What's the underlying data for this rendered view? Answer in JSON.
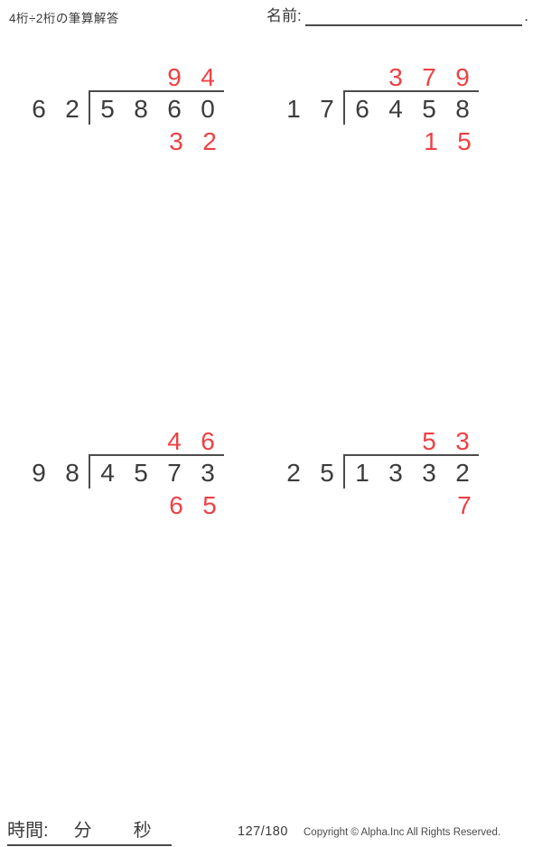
{
  "header": {
    "title": "4桁÷2桁の筆算解答",
    "name_label": "名前:",
    "name_line_period": "."
  },
  "colors": {
    "answer_red": "#ee4145",
    "text_dark": "#3c3c3c",
    "line_dark": "#4c4c4c"
  },
  "problems": [
    {
      "divisor": "62",
      "dividend": "5860",
      "quotient": "94",
      "remainder": "32",
      "divisor_cells": [
        "6",
        "2"
      ],
      "dividend_cells": [
        "5",
        "8",
        "6",
        "0"
      ],
      "quotient_cells": [
        "",
        "",
        "9",
        "4"
      ],
      "remainder_cells": [
        "",
        "",
        "3",
        "2"
      ]
    },
    {
      "divisor": "17",
      "dividend": "6458",
      "quotient": "379",
      "remainder": "15",
      "divisor_cells": [
        "1",
        "7"
      ],
      "dividend_cells": [
        "6",
        "4",
        "5",
        "8"
      ],
      "quotient_cells": [
        "",
        "3",
        "7",
        "9"
      ],
      "remainder_cells": [
        "",
        "",
        "1",
        "5"
      ]
    },
    {
      "divisor": "98",
      "dividend": "4573",
      "quotient": "46",
      "remainder": "65",
      "divisor_cells": [
        "9",
        "8"
      ],
      "dividend_cells": [
        "4",
        "5",
        "7",
        "3"
      ],
      "quotient_cells": [
        "",
        "",
        "4",
        "6"
      ],
      "remainder_cells": [
        "",
        "",
        "6",
        "5"
      ]
    },
    {
      "divisor": "25",
      "dividend": "1332",
      "quotient": "53",
      "remainder": "7",
      "divisor_cells": [
        "2",
        "5"
      ],
      "dividend_cells": [
        "1",
        "3",
        "3",
        "2"
      ],
      "quotient_cells": [
        "",
        "",
        "5",
        "3"
      ],
      "remainder_cells": [
        "",
        "",
        "",
        "7"
      ]
    }
  ],
  "footer": {
    "time_label": "時間:",
    "minutes_label": "分",
    "seconds_label": "秒",
    "page_number": "127/180",
    "copyright": "Copyright © Alpha.Inc All Rights Reserved."
  }
}
